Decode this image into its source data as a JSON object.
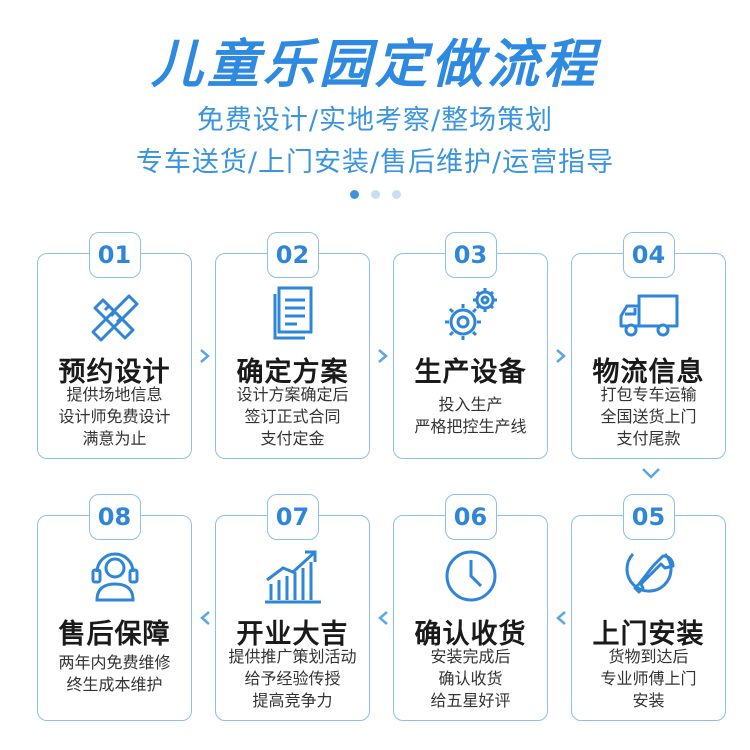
{
  "title": "儿童乐园定做流程",
  "subtitle1": "免费设计/实地考察/整场策划",
  "subtitle2": "专车送货/上门安装/售后维护/运营指导",
  "brand_color": "#3b95de",
  "steps": [
    {
      "num": "01",
      "title": "预约设计",
      "lines": [
        "提供场地信息",
        "设计师免费设计",
        "满意为止"
      ],
      "icon": "pencil-ruler-icon"
    },
    {
      "num": "02",
      "title": "确定方案",
      "lines": [
        "设计方案确定后",
        "签订正式合同",
        "支付定金"
      ],
      "icon": "document-icon"
    },
    {
      "num": "03",
      "title": "生产设备",
      "lines": [
        "投入生产",
        "严格把控生产线"
      ],
      "icon": "gears-icon"
    },
    {
      "num": "04",
      "title": "物流信息",
      "lines": [
        "打包专车运输",
        "全国送货上门",
        "支付尾款"
      ],
      "icon": "truck-icon"
    },
    {
      "num": "05",
      "title": "上门安装",
      "lines": [
        "货物到达后",
        "专业师傅上门",
        "安装"
      ],
      "icon": "wrench-icon"
    },
    {
      "num": "06",
      "title": "确认收货",
      "lines": [
        "安装完成后",
        "确认收货",
        "给五星好评"
      ],
      "icon": "clock-icon"
    },
    {
      "num": "07",
      "title": "开业大吉",
      "lines": [
        "提供推广策划活动",
        "给予经验传授",
        "提高竞争力"
      ],
      "icon": "growth-chart-icon"
    },
    {
      "num": "08",
      "title": "售后保障",
      "lines": [
        "两年内免费维修",
        "终生成本维护"
      ],
      "icon": "headset-icon"
    }
  ]
}
